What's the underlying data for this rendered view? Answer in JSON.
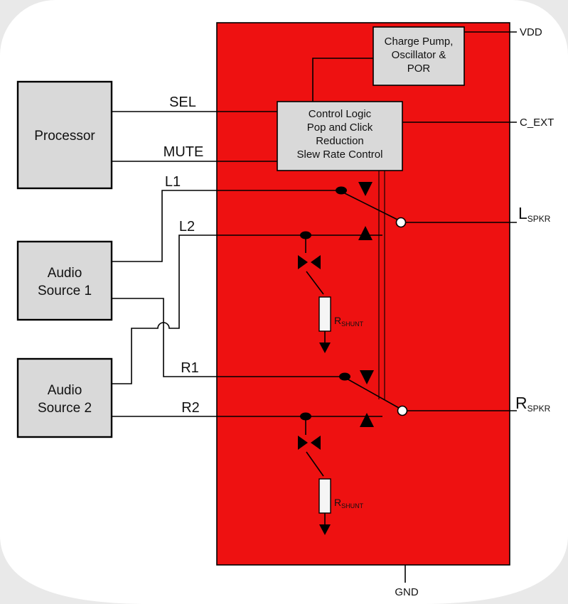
{
  "colors": {
    "ic_red": "#ee1111",
    "box_gray": "#d9d9d9",
    "resistor_white": "#f5f5f5",
    "shunt_text": "#8b0000",
    "watermark_gray": "#e9e9e9"
  },
  "blocks": {
    "processor": {
      "label": "Processor"
    },
    "audio_source_1": {
      "line1": "Audio",
      "line2": "Source 1"
    },
    "audio_source_2": {
      "line1": "Audio",
      "line2": "Source 2"
    },
    "charge_pump": {
      "line1": "Charge Pump,",
      "line2": "Oscillator &",
      "line3": "POR"
    },
    "control_logic": {
      "line1": "Control Logic",
      "line2": "Pop and Click",
      "line3": "Reduction",
      "line4": "Slew Rate Control"
    }
  },
  "signals": {
    "sel": "SEL",
    "mute": "MUTE",
    "l1": "L1",
    "l2": "L2",
    "r1": "R1",
    "r2": "R2"
  },
  "pins": {
    "vdd": "VDD",
    "c_ext": "C_EXT",
    "gnd": "GND",
    "l_spkr": {
      "main": "L",
      "sub": "SPKR"
    },
    "r_spkr": {
      "main": "R",
      "sub": "SPKR"
    }
  },
  "components": {
    "r_shunt": {
      "main": "R",
      "sub": "SHUNT"
    }
  }
}
